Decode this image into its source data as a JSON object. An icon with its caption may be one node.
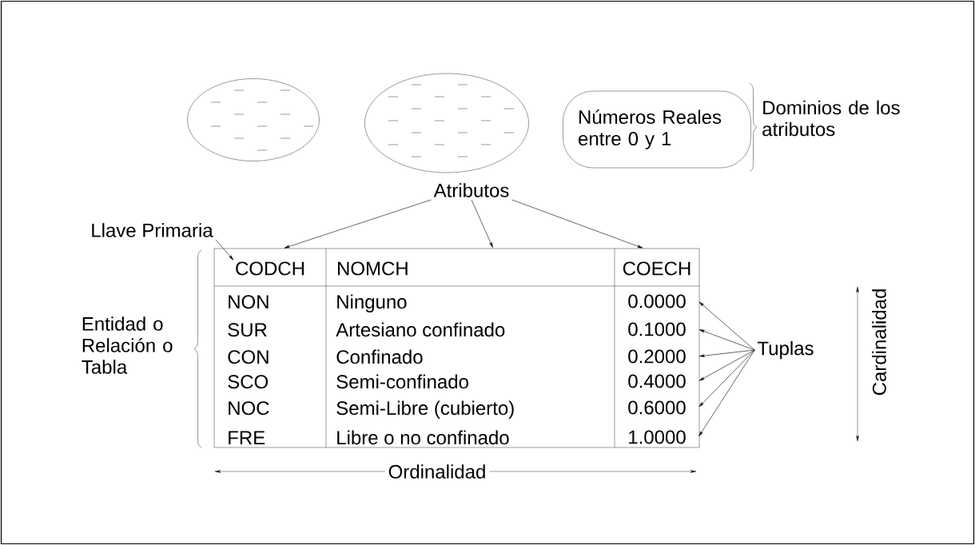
{
  "diagram": {
    "nodes": [
      {
        "text": [],
        "shape": "ellipse"
      },
      {
        "text": [],
        "shape": "ellipse"
      },
      {
        "text": [
          "Números Reales entre 0 y 1"
        ]
      },
      {
        "text": [
          "Atributos"
        ]
      },
      {
        "text": [
          "Llave Primaria"
        ]
      },
      {
        "text": [],
        "shape": "box"
      },
      {
        "text": [
          "CODCH"
        ],
        "in": 5
      },
      {
        "text": [
          "NOMCH"
        ],
        "in": 5
      },
      {
        "text": [
          "COECH"
        ],
        "in": 5
      },
      {
        "text": [
          "Tuplas"
        ]
      },
      {
        "text": [
          "0.0000"
        ],
        "in": 5
      },
      {
        "text": [
          "0.1000"
        ],
        "in": 5
      },
      {
        "text": [
          "0.2000"
        ],
        "in": 5
      },
      {
        "text": [
          "0.4000"
        ],
        "in": 5
      },
      {
        "text": [
          "0.6000"
        ],
        "in": 5
      },
      {
        "text": [
          "1.0000"
        ],
        "in": 5
      }
    ],
    "edges": [
      {
        "from": 3,
        "to": 5,
        "arrow": "to"
      },
      {
        "from": 3,
        "to": 5,
        "arrow": "to"
      },
      {
        "from": 3,
        "to": 5,
        "arrow": "to"
      },
      {
        "from": 4,
        "to": 6,
        "arrow": "to"
      },
      {
        "from": 9,
        "to": 10,
        "arrow": "to"
      },
      {
        "from": 9,
        "to": 11,
        "arrow": "to"
      },
      {
        "from": 9,
        "to": 12,
        "arrow": "to"
      },
      {
        "from": 9,
        "to": 13,
        "arrow": "to"
      },
      {
        "from": 9,
        "to": 14,
        "arrow": "to"
      },
      {
        "from": 9,
        "to": 15,
        "arrow": "to"
      }
    ],
    "labels": [
      "Dominios de los atributos",
      "NON",
      "Ninguno",
      "SUR",
      "Artesiano confinado",
      "CON",
      "Confinado",
      "SCO",
      "Semi-confinado",
      "NOC",
      "Semi-Libre (cubierto)",
      "FRE",
      "Libre o no confinado",
      "Entidad o Relación o Tabla",
      "Cardinalidad",
      "Ordinalidad"
    ]
  }
}
